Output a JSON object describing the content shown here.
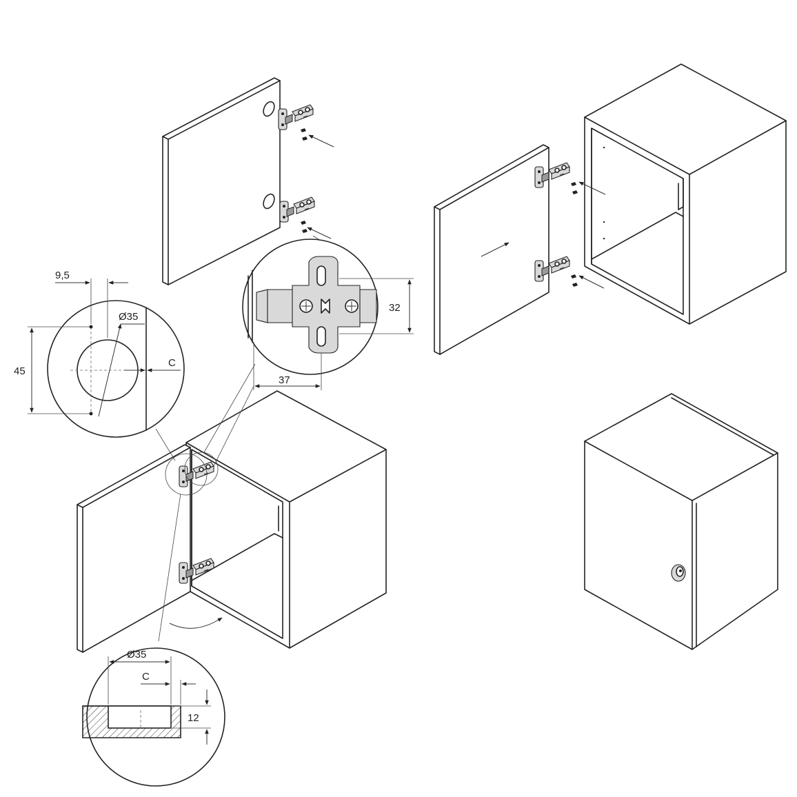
{
  "dimensions": {
    "offset_label": "9,5",
    "cup_diameter_label": "Ø35",
    "hole_spacing_label": "45",
    "edge_distance_label": "C",
    "plate_height_label": "32",
    "plate_offset_label": "37",
    "section_diameter_label": "Ø35",
    "section_edge_label": "C",
    "cup_depth_label": "12"
  },
  "colors": {
    "line": "#222222",
    "part_fill": "#d9d9d9",
    "background": "#ffffff"
  }
}
